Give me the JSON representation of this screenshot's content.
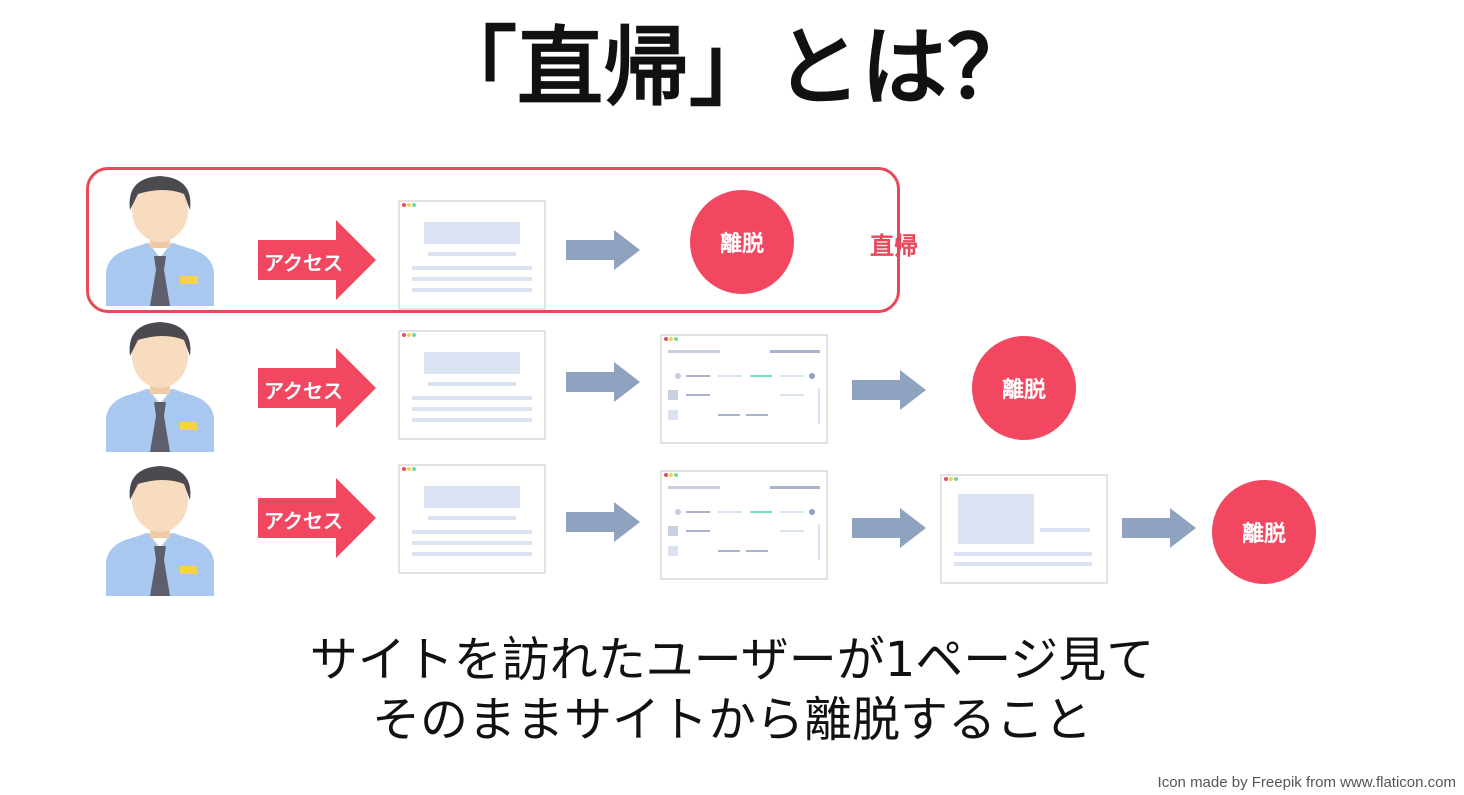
{
  "title": "「直帰」とは？",
  "frame_label": "直帰",
  "access_label": "アクセス",
  "exit_label": "離脱",
  "caption_line1": "サイトを訪れたユーザーが1ページ見て",
  "caption_line2": "そのままサイトから離脱すること",
  "credit": "Icon made by Freepik from www.flaticon.com",
  "colors": {
    "accent": "#f24760",
    "arrow": "#8fa3c0",
    "frame": "#e8495a"
  },
  "icons": {
    "user": "user-icon",
    "page": "web-page-icon",
    "arrow": "arrow-right-icon"
  }
}
